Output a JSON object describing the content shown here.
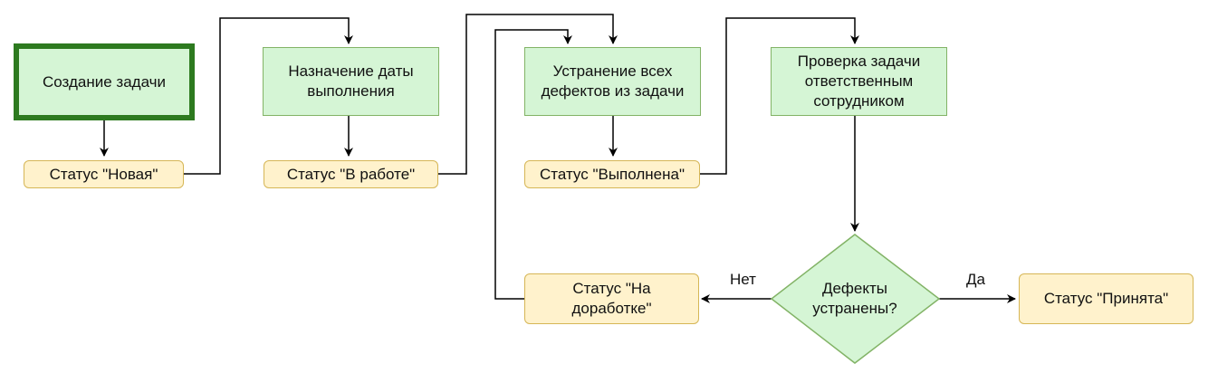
{
  "nodes": {
    "create_task": "Создание задачи",
    "assign_date": "Назначение даты выполнения",
    "fix_defects": "Устранение всех дефектов из задачи",
    "review_task": "Проверка задачи ответственным сотрудником",
    "status_new": "Статус \"Новая\"",
    "status_in_progress": "Статус \"В работе\"",
    "status_done": "Статус \"Выполнена\"",
    "status_rework": "Статус \"На доработке\"",
    "status_accepted": "Статус \"Принята\"",
    "decision": "Дефекты устранены?"
  },
  "edge_labels": {
    "no": "Нет",
    "yes": "Да"
  },
  "colors": {
    "process_fill": "#d5f5d5",
    "process_border": "#82b366",
    "start_border": "#2d7a1f",
    "status_fill": "#fff2cc",
    "status_border": "#d6b656",
    "line": "#000000"
  }
}
